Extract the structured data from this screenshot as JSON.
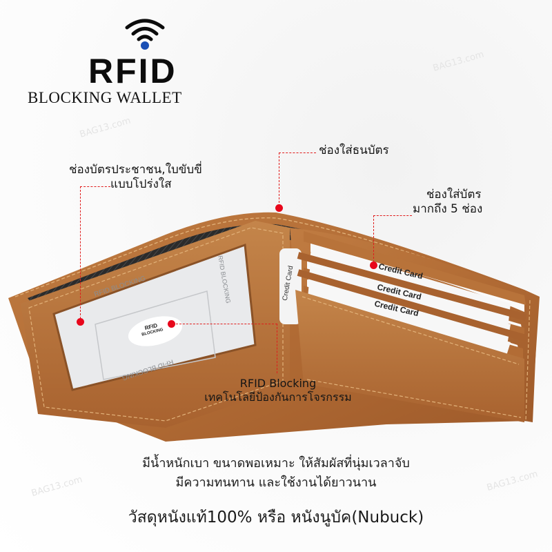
{
  "logo": {
    "icon": "rfid-signal-icon",
    "title": "RFID",
    "subtitle": "BLOCKING WALLET",
    "accent_color": "#1a4fb5"
  },
  "watermark": "BAG13.com",
  "wallet": {
    "leather_color": "#b8733a",
    "stitch_color": "#e2b27a",
    "lining_color": "#2a2a2a",
    "id_card_texts": [
      "RFID BLOCKING",
      "RFID BLOCKING",
      "RFID BLOCKING"
    ],
    "id_card_badge": [
      "RFID",
      "BLOCKING"
    ],
    "credit_cards": [
      "Credit Card",
      "Credit Card",
      "Credit Card"
    ],
    "side_card": "Credit Card"
  },
  "annotations": {
    "id_window": {
      "line1": "ช่องบัตรประชาชน,ใบขับขี่",
      "line2": "แบบโปร่งใส"
    },
    "bill_slot": {
      "line1": "ช่องใส่ธนบัตร"
    },
    "card_slots": {
      "line1": "ช่องใส่บัตร",
      "line2": "มากถึง 5 ช่อง"
    },
    "rfid": {
      "line1": "RFID Blocking",
      "line2": "เทคโนโลยีป้องกันการโจรกรรม"
    },
    "marker_color": "#e8061b"
  },
  "footer": {
    "line1": "มีน้ำหนักเบา ขนาดพอเหมาะ ให้สัมผัสที่นุ่มเวลาจับ",
    "line2": "มีความทนทาน และใช้งานได้ยาวนาน",
    "line3": "วัสดุหนังแท้100% หรือ หนังนูบัค(Nubuck)"
  }
}
